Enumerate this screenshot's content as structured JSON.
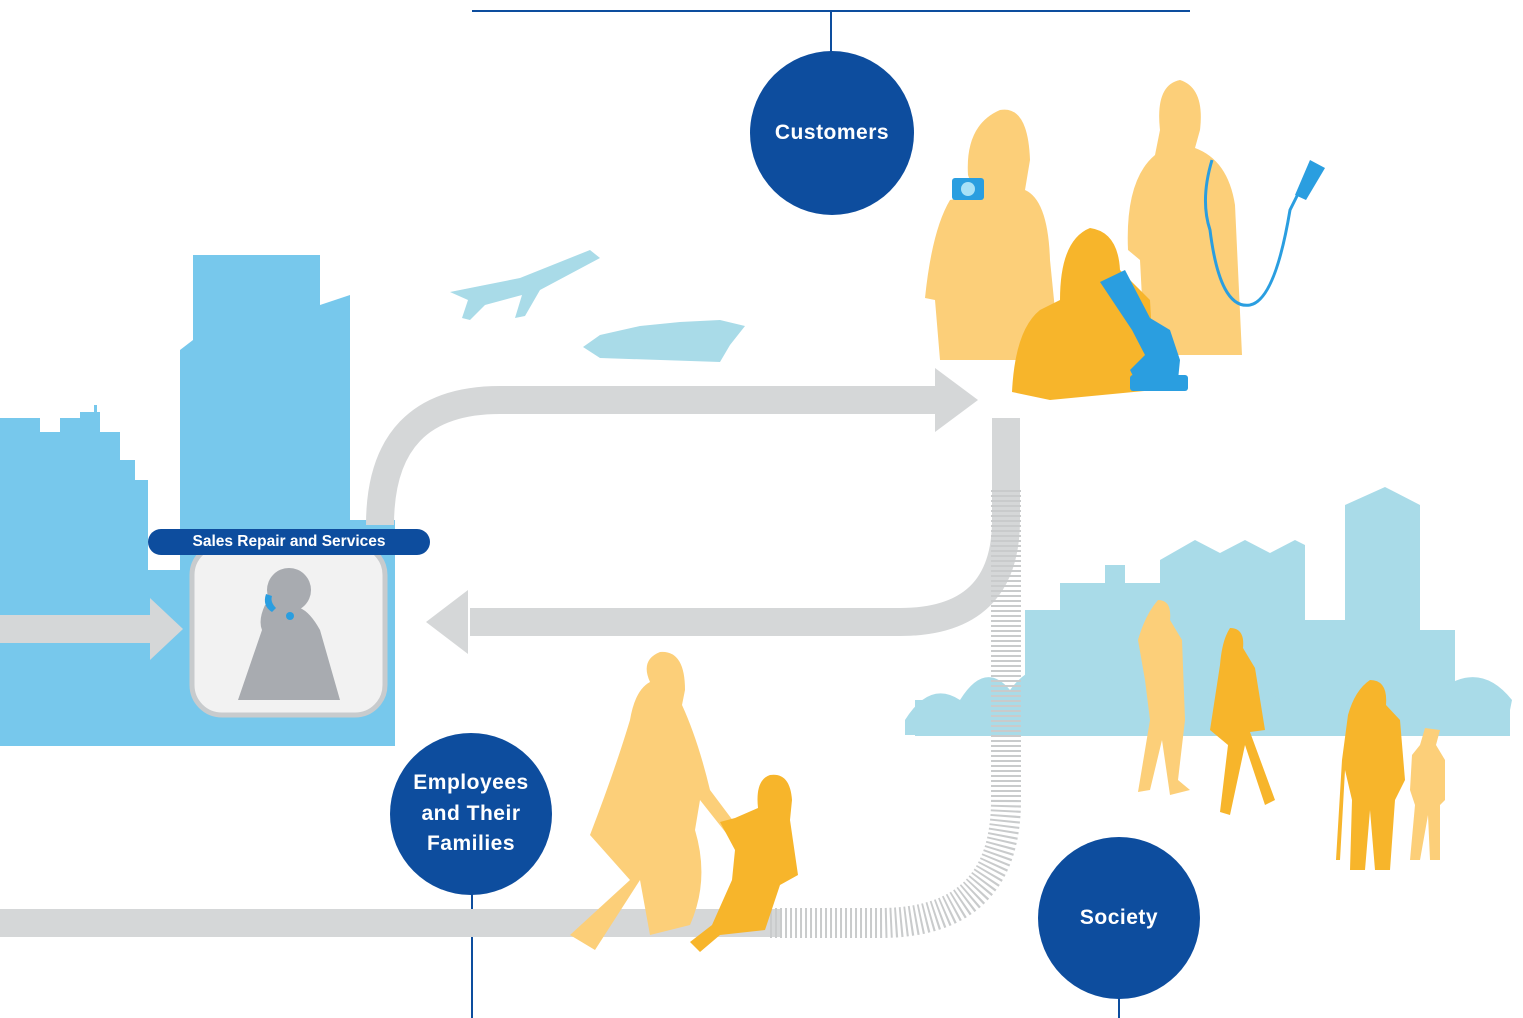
{
  "nodes": {
    "customers": "Customers",
    "employees": "Employees\nand Their\nFamilies",
    "society": "Society",
    "sales": "Sales Repair and Services"
  },
  "colors": {
    "node_blue": "#0d4d9e",
    "building_blue": "#77c8ec",
    "city_light_blue": "#a9dbe8",
    "people_light": "#fccf79",
    "people_dark": "#f7b52b",
    "arrow_gray": "#d5d7d8",
    "phone_figure": "#a8abb0",
    "device_blue": "#2a9ee0"
  },
  "icons": [
    "airplane-icon",
    "ship-icon",
    "camera-icon",
    "microscope-icon",
    "endoscope-icon",
    "phone-icon"
  ]
}
